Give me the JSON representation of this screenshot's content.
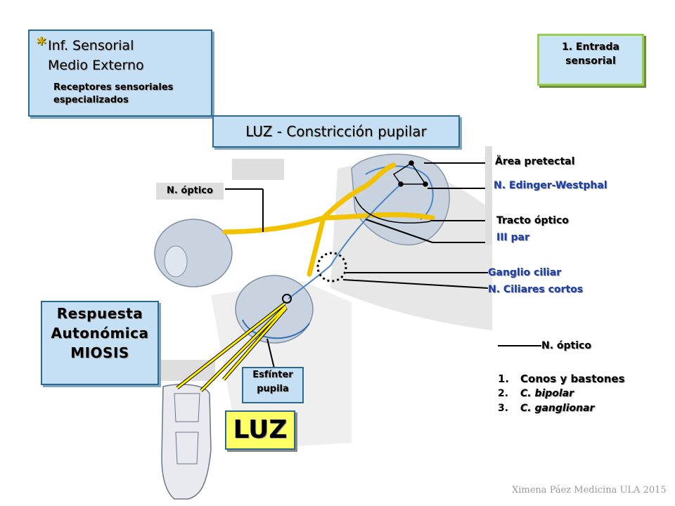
{
  "sensorial_box": {
    "star": "*",
    "line1": "Inf. Sensorial",
    "line2": "Medio Externo",
    "line3": "Receptores sensoriales",
    "line4": "especializados"
  },
  "entrada_box": {
    "line1": "1. Entrada",
    "line2": "sensorial"
  },
  "title_box": {
    "text": "LUZ - Constricción pupilar"
  },
  "respuesta_box": {
    "line1": "Respuesta",
    "line2": "Autonómica",
    "line3": "MIOSIS"
  },
  "esfinter_box": {
    "line1": "Esfínter",
    "line2": "pupila"
  },
  "luz_box": {
    "text": "LUZ"
  },
  "label_n_optico": "N. óptico",
  "right_labels": {
    "area_pretectal": "Ärea pretectal",
    "edinger": "N. Edinger-Westphal",
    "tracto": "Tracto óptico",
    "iii_par": "III par",
    "ganglio": "Ganglio ciliar",
    "ciliares": "N. Ciliares cortos"
  },
  "legend_label": "N. óptico",
  "cell_list": [
    {
      "num": "1.",
      "label": "Conos y bastones"
    },
    {
      "num": "2.",
      "label": "C. bipolar"
    },
    {
      "num": "3.",
      "label": "C. ganglionar"
    }
  ],
  "credit": "Ximena Páez Medicina ULA 2015",
  "colors": {
    "pathway_yellow": "#f2c200",
    "light_ray": "#ffee00",
    "label_blue": "#1d3fa8",
    "box_fill": "#c5dff5"
  }
}
